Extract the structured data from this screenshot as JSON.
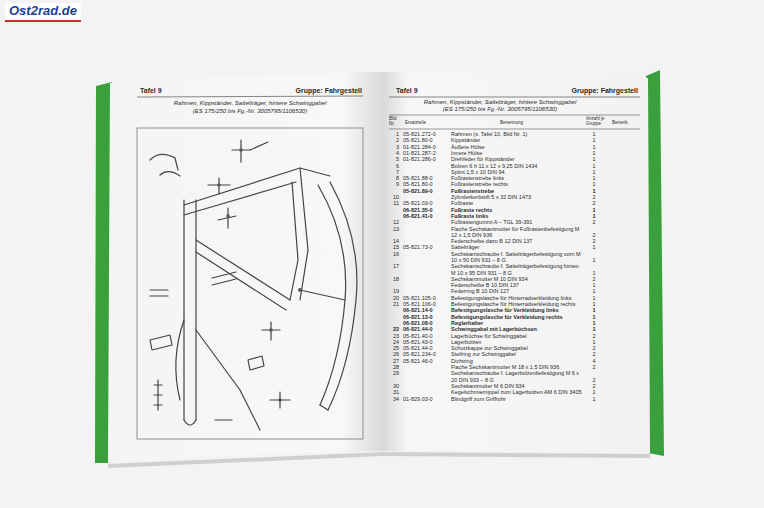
{
  "diagram": {
    "nodes": [
      {
        "text": [
          "Ost2rad.de"
        ]
      }
    ],
    "labels": [
      "Tafel 9",
      "Gruppe: Fahrgestell",
      "Rahmen, Kippständer, Sattelträger, hintere Schwinggabel",
      "(ES 175/250 bis Fg.-Nr. 3005795/1106530)",
      "Tafel 9",
      "Gruppe: Fahrgestell",
      "Rahmen, Kippständer, Sattelträger, hintere Schwinggabel",
      "(ES 175/250 bis Fg.-Nr. 3005795/1106530)",
      "Bild Nr.",
      "Ersatzteile",
      "Benennung",
      "Anzahl je Gruppe",
      "Bemerk.",
      "1",
      "05-821.272-0",
      "Rahmen (s. Tafel 10, Bild Nr. 1)",
      "1",
      "2",
      "05-821.80-0",
      "Kippständer",
      "1",
      "3",
      "01-821.284-0",
      "Äußere Hülse",
      "1",
      "4",
      "01-821.287-2",
      "Innere Hülse",
      "1",
      "5",
      "01-821.286-0",
      "Drehfeder für Kippständer",
      "1",
      "6",
      "Bolzen 6 h 11 x 12 x 9,25 DIN 1434",
      "1",
      "7",
      "Splint 1,5 x 10 DIN 94",
      "1",
      "8",
      "05-821.88-0",
      "Fußrastenstrebe links",
      "1",
      "9",
      "05-821.80-0",
      "Fußrastenstrebe rechts",
      "1",
      "05-821.89-0",
      "Fußrastenstrebe",
      "1",
      "10",
      "Zylinderkerbstift 5 x 32 DIN 1473",
      "2",
      "11",
      "05-821.03-0",
      "Fußraste",
      "2",
      "06-821.35-0",
      "Fußraste rechts",
      "1",
      "06-821.41-0",
      "Fußraste links",
      "1",
      "12",
      "Fußrastengummi A – TGL 39-391",
      "2",
      "13",
      "Flache Sechskantmutter für Fußrastenbefestigung M 12 x 1,5 DIN 936",
      "2",
      "14",
      "Federscheibe dazu B 12 DIN 137",
      "2",
      "15",
      "05-821.73-0",
      "Sattelträger",
      "1",
      "16",
      "Sechskantschraube f. Sattelträgerbefestigung vorn M 10 x 50 DIN 931 – 8 G",
      "1",
      "17",
      "Sechskantschraube f. Sattelträgerbefestigung hinten M 10 x 95 DIN 931 – 8 G",
      "1",
      "18",
      "Sechskantmutter M 10 DIN 934",
      "2",
      "Federscheibe B 10 DIN 137",
      "1",
      "19",
      "Federring B 10 DIN 127",
      "1",
      "20",
      "05-821.105-0",
      "Befestigungslasche für Hinterradverkleidung links",
      "1",
      "21",
      "05-821.106-0",
      "Befestigungslasche für Hinterradverkleidung rechts",
      "1",
      "06-821.14-0",
      "Befestigungslasche für Verkleidung links",
      "1",
      "06-821.13-0",
      "Befestigungslasche für Verkleidung rechts",
      "1",
      "06-821.08-0",
      "Reglerhalter",
      "1",
      "22",
      "06-821.44-0",
      "Schwinggabel mit Lagerbüchsen",
      "1",
      "23",
      "05-821.40-0",
      "Lagerbüchse für Schwinggabel",
      "2",
      "24",
      "05-821.43-0",
      "Lagerbolzen",
      "1",
      "25",
      "05-821.44-0",
      "Schutzkappe zur Schwinggabel",
      "2",
      "26",
      "05-821.234-0",
      "Stellring zur Schwinggabel",
      "2",
      "27",
      "05-821.46-0",
      "Dichtring",
      "4",
      "28",
      "Flache Sechskantmutter M 18 x 1,5 DIN 936",
      "2",
      "29",
      "Sechskantschraube f. Lagerbolzenbefestigung M 6 x 20 DIN 933 – 8 G",
      "2",
      "30",
      "Sechskantmutter M 6 DIN 934",
      "2",
      "31",
      "Kegelschmiernippel zum Lagerbolzen AM 6 DIN 3405",
      "1",
      "34",
      "01-829.03-0",
      "Blindgriff zum Griffrohr",
      "1"
    ]
  }
}
